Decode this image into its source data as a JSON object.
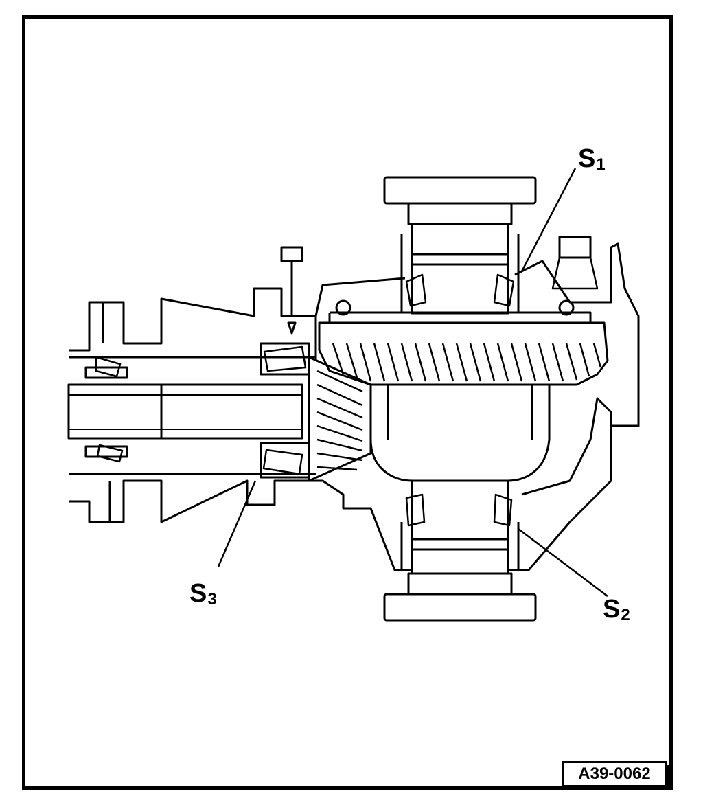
{
  "labels": {
    "s1": {
      "main": "S",
      "sub": "1"
    },
    "s2": {
      "main": "S",
      "sub": "2"
    },
    "s3": {
      "main": "S",
      "sub": "3"
    }
  },
  "reference_code": "A39-0062",
  "colors": {
    "ink": "#000000",
    "paper": "#ffffff"
  }
}
